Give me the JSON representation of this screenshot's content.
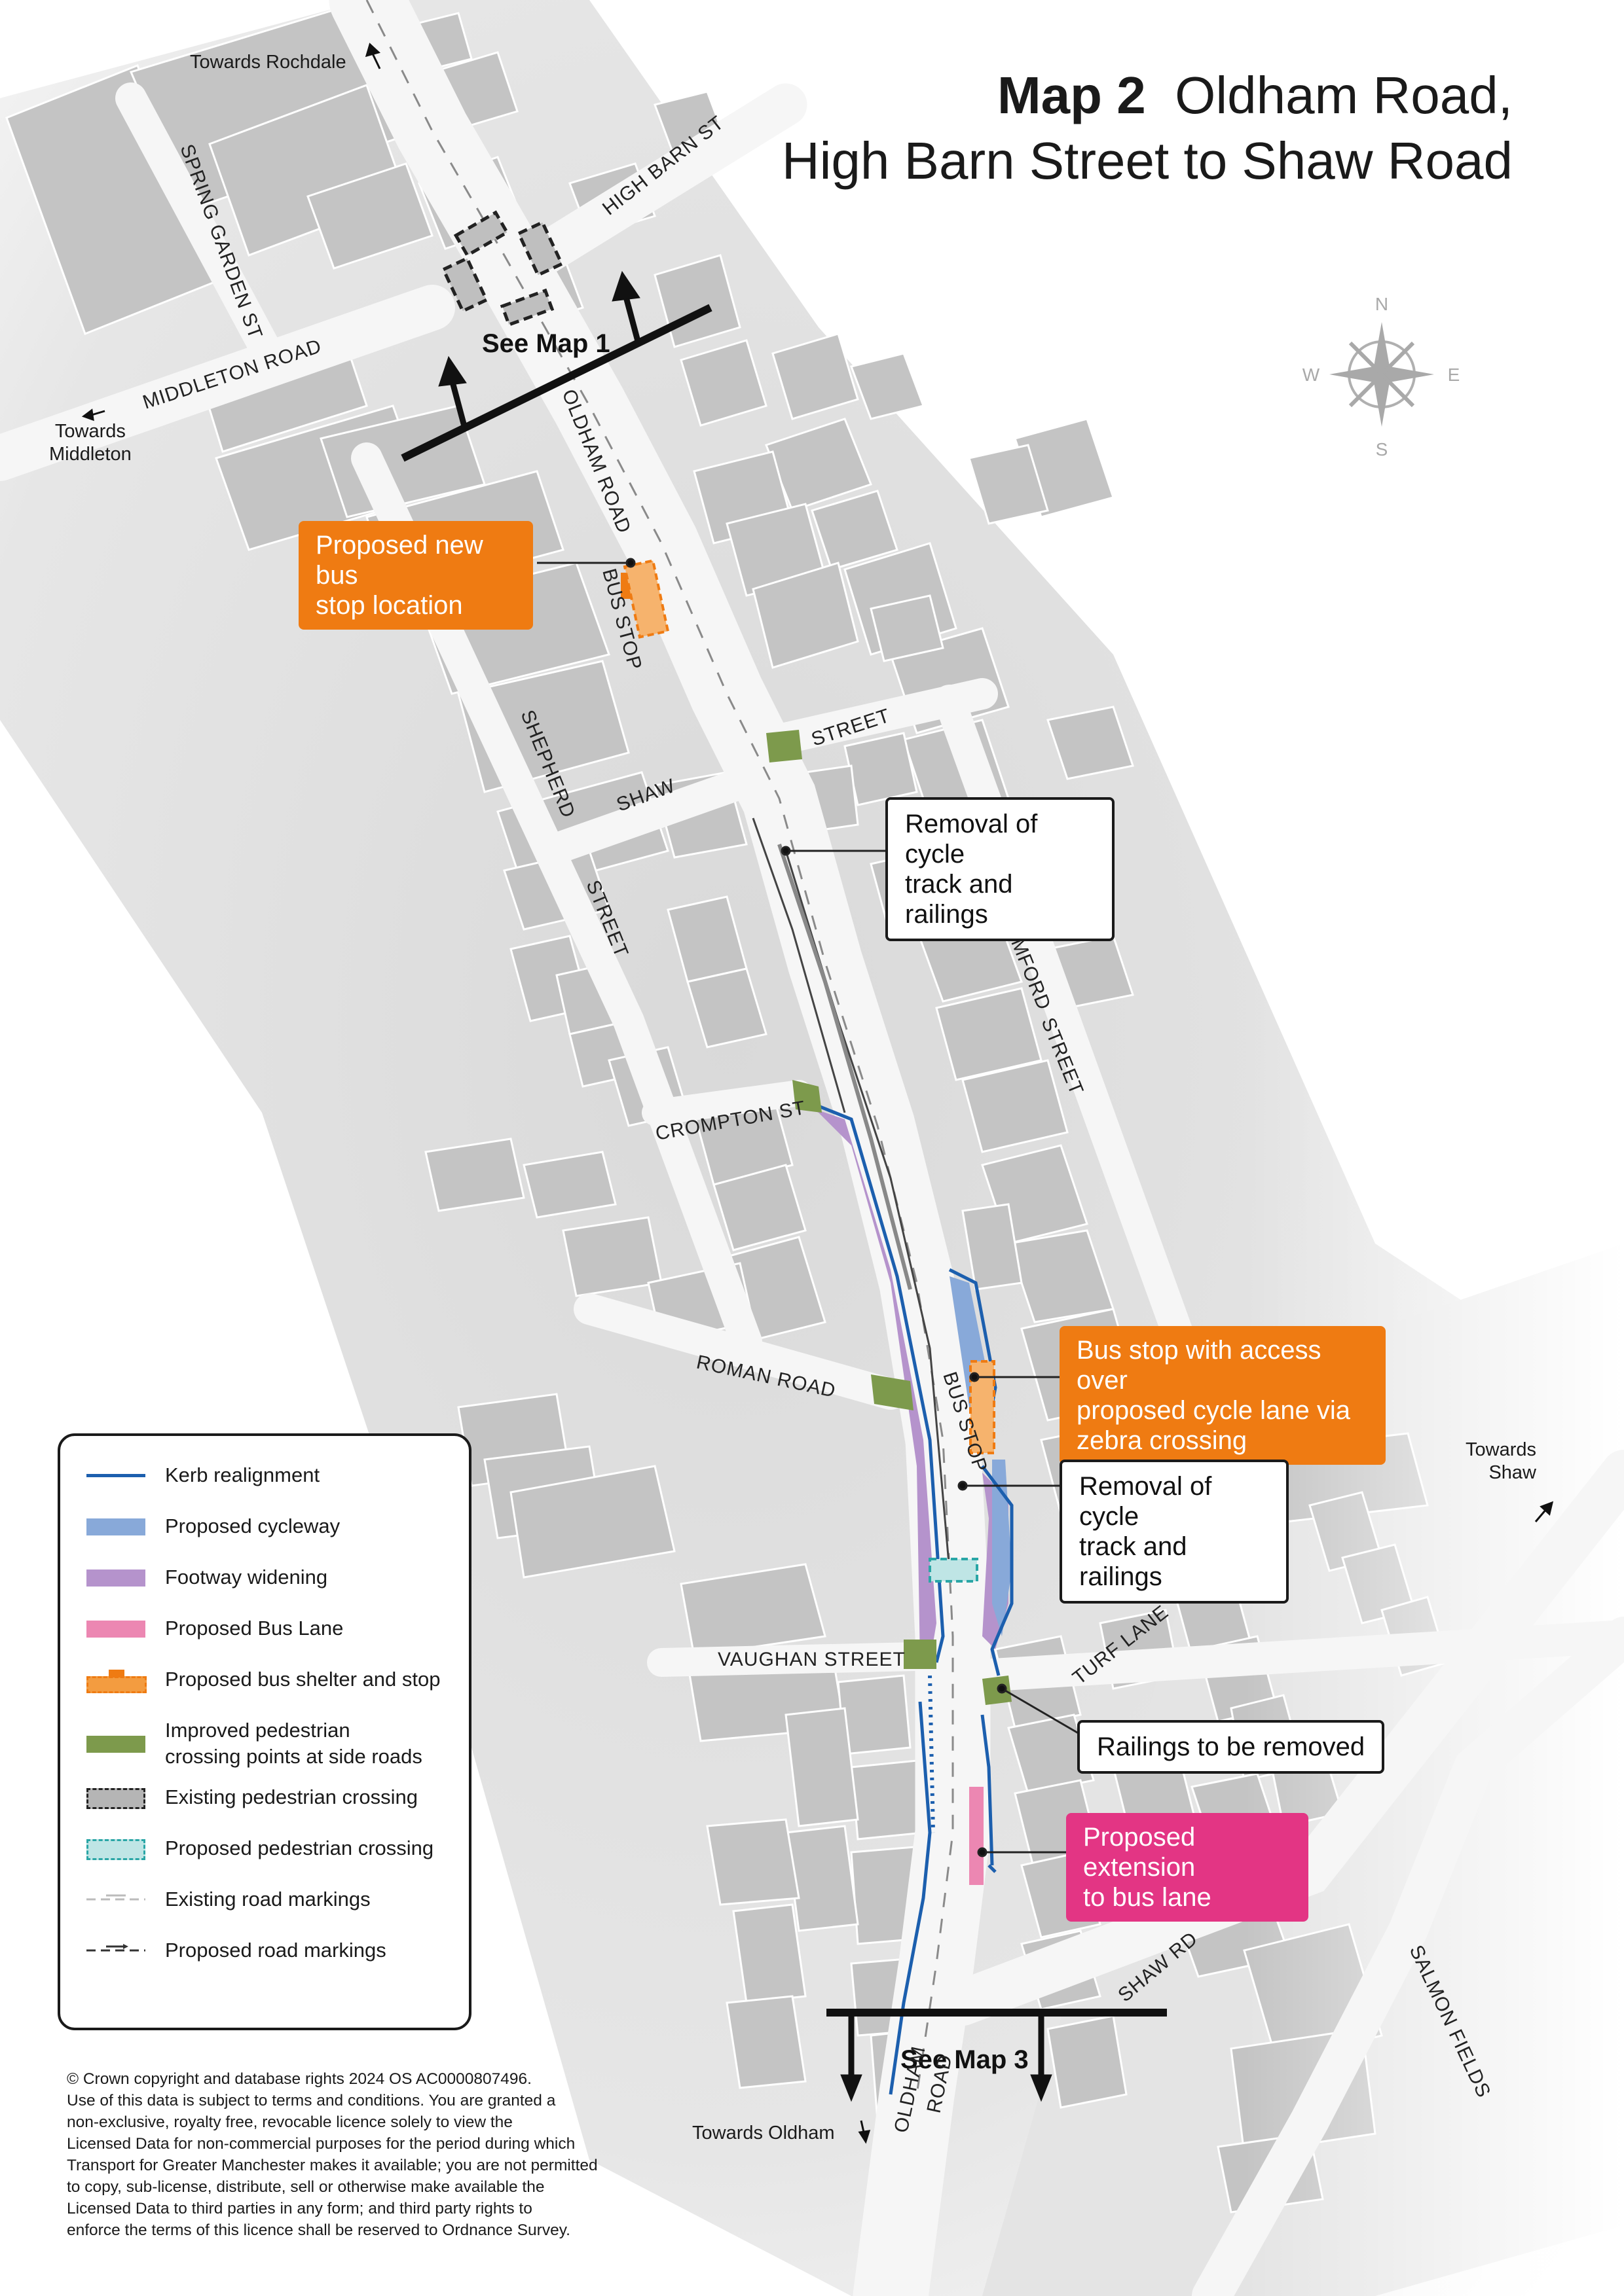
{
  "title": {
    "bold": "Map 2",
    "line1": "Oldham Road,",
    "line2": "High Barn Street to Shaw Road"
  },
  "compass": {
    "n": "N",
    "e": "E",
    "s": "S",
    "w": "W"
  },
  "directions": {
    "rochdale": "Towards Rochdale",
    "middleton": "Towards\nMiddleton",
    "shaw": "Towards\nShaw",
    "oldham": "Towards Oldham"
  },
  "streets": {
    "spring_garden": "SPRING GARDEN ST",
    "high_barn": "HIGH BARN ST",
    "middleton_road": "MIDDLETON ROAD",
    "oldham_road_top": "OLDHAM ROAD",
    "shepherd": "SHEPHERD",
    "shaw": "SHAW",
    "street_left": "STREET",
    "street_right": "STREET",
    "bamford": "BAMFORD",
    "bamford_street": "STREET",
    "crompton": "CROMPTON ST",
    "roman": "ROMAN ROAD",
    "vaughan": "VAUGHAN STREET",
    "turf": "TURF LANE",
    "shaw_rd": "SHAW RD",
    "salmon": "SALMON FIELDS",
    "oldham_road_bottom_1": "OLDHAM",
    "oldham_road_bottom_2": "ROAD",
    "bus_stop_1": "BUS STOP",
    "bus_stop_2": "BUS STOP"
  },
  "see_map": {
    "top": "See Map 1",
    "bottom": "See Map 3"
  },
  "callouts": {
    "new_bus_stop": "Proposed new bus\nstop location",
    "removal_1": "Removal of cycle\ntrack and railings",
    "bus_stop_access": "Bus stop with access over\nproposed cycle lane via\nzebra crossing",
    "removal_2": "Removal of cycle\ntrack and railings",
    "railings": "Railings to be removed",
    "bus_lane": "Proposed extension\nto bus lane"
  },
  "legend": [
    {
      "label": "Kerb realignment",
      "symbol": "line",
      "color": "#1c5fae"
    },
    {
      "label": "Proposed cycleway",
      "symbol": "fill",
      "color": "#88a9d9"
    },
    {
      "label": "Footway widening",
      "symbol": "fill",
      "color": "#b593cc"
    },
    {
      "label": "Proposed Bus Lane",
      "symbol": "fill",
      "color": "#ec87b2"
    },
    {
      "label": "Proposed bus shelter and stop",
      "symbol": "shelter",
      "color": "#f39c40"
    },
    {
      "label": "Improved pedestrian\ncrossing points at side roads",
      "symbol": "fill",
      "color": "#7d9a4c"
    },
    {
      "label": "Existing pedestrian crossing",
      "symbol": "dashed",
      "color": "#b5b5b5"
    },
    {
      "label": "Proposed pedestrian crossing",
      "symbol": "dashed-teal",
      "color": "#bfe5e5"
    },
    {
      "label": "Existing road markings",
      "symbol": "markings",
      "color": "#bbbbbb"
    },
    {
      "label": "Proposed road markings",
      "symbol": "markings-dark",
      "color": "#333333"
    }
  ],
  "copyright": "© Crown copyright and database rights 2024 OS AC0000807496.\nUse of this data is subject to terms and conditions. You are granted a\nnon-exclusive, royalty free, revocable licence solely to view the\nLicensed Data for non-commercial purposes for the period during which\nTransport for Greater Manchester makes it available; you are not permitted\nto copy, sub-license, distribute, sell or otherwise make available the\nLicensed Data to third parties in any form; and third party rights to\nenforce the terms of this licence shall be reserved to Ordnance Survey."
}
